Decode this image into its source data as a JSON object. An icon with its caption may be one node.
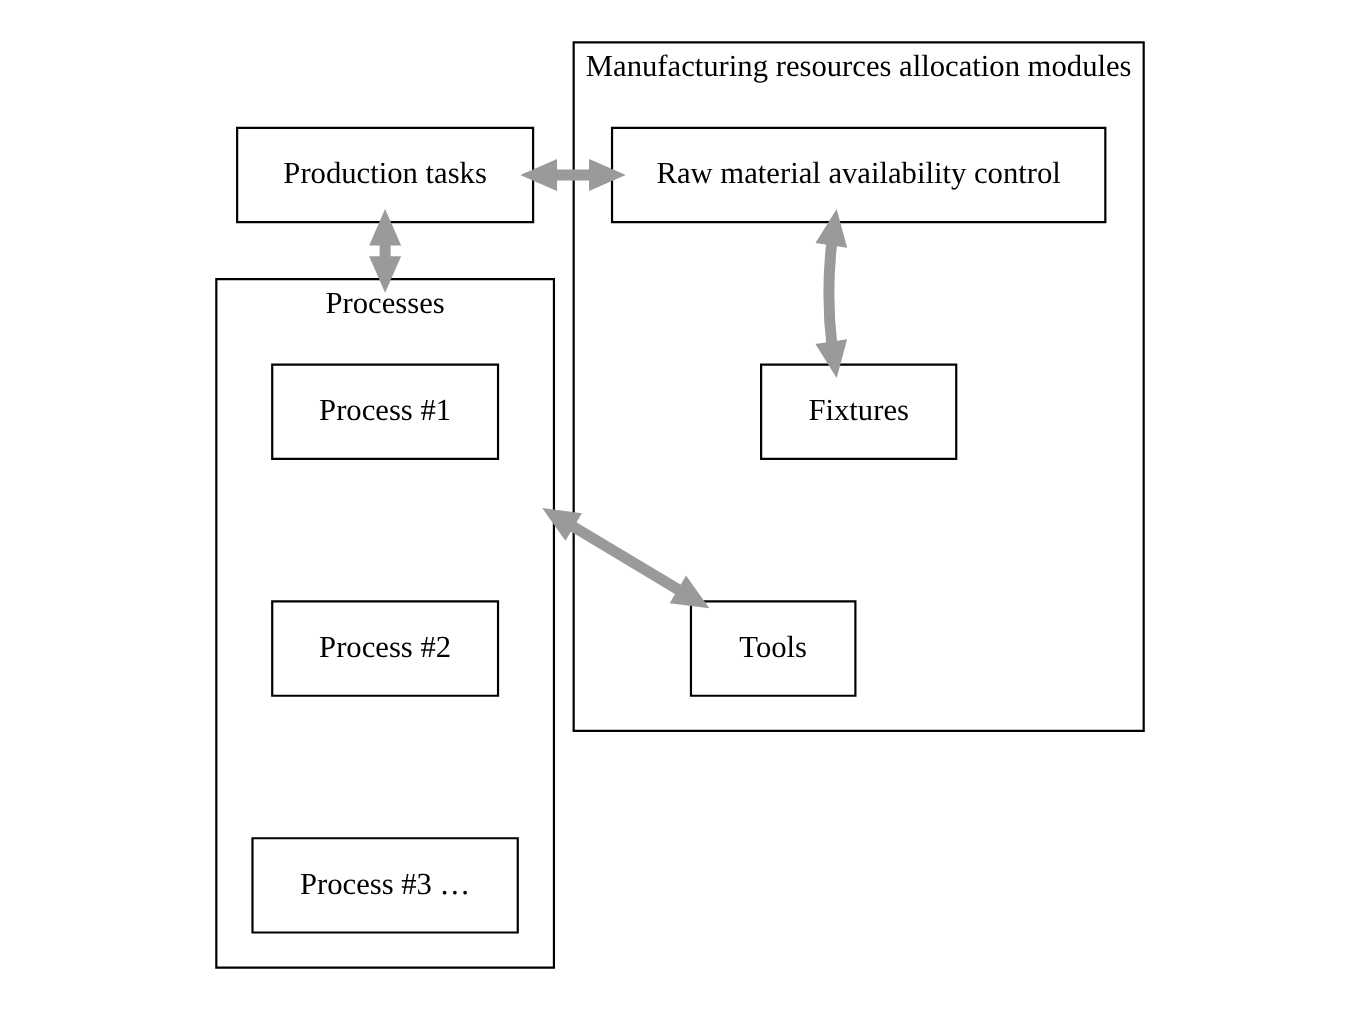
{
  "diagram": {
    "nodes": [
      {
        "text": [
          "Production tasks"
        ]
      },
      {
        "text": [
          "Processes"
        ]
      },
      {
        "text": [
          "Process #1"
        ],
        "in": 1
      },
      {
        "text": [
          "Process #2"
        ],
        "in": 1
      },
      {
        "text": [
          "Process #3 …"
        ],
        "in": 1
      },
      {
        "text": [
          "Manufacturing resources allocation modules"
        ]
      },
      {
        "text": [
          "Raw material availability control"
        ],
        "in": 5
      },
      {
        "text": [
          "Fixtures"
        ],
        "in": 5
      },
      {
        "text": [
          "Tools"
        ],
        "in": 5
      }
    ],
    "edges": [
      {
        "from": 0,
        "to": 6,
        "arrow": "both"
      },
      {
        "from": 0,
        "to": 1,
        "arrow": "both"
      },
      {
        "from": 6,
        "to": 7,
        "arrow": "both"
      },
      {
        "from": 1,
        "to": 8,
        "arrow": "both"
      }
    ]
  }
}
